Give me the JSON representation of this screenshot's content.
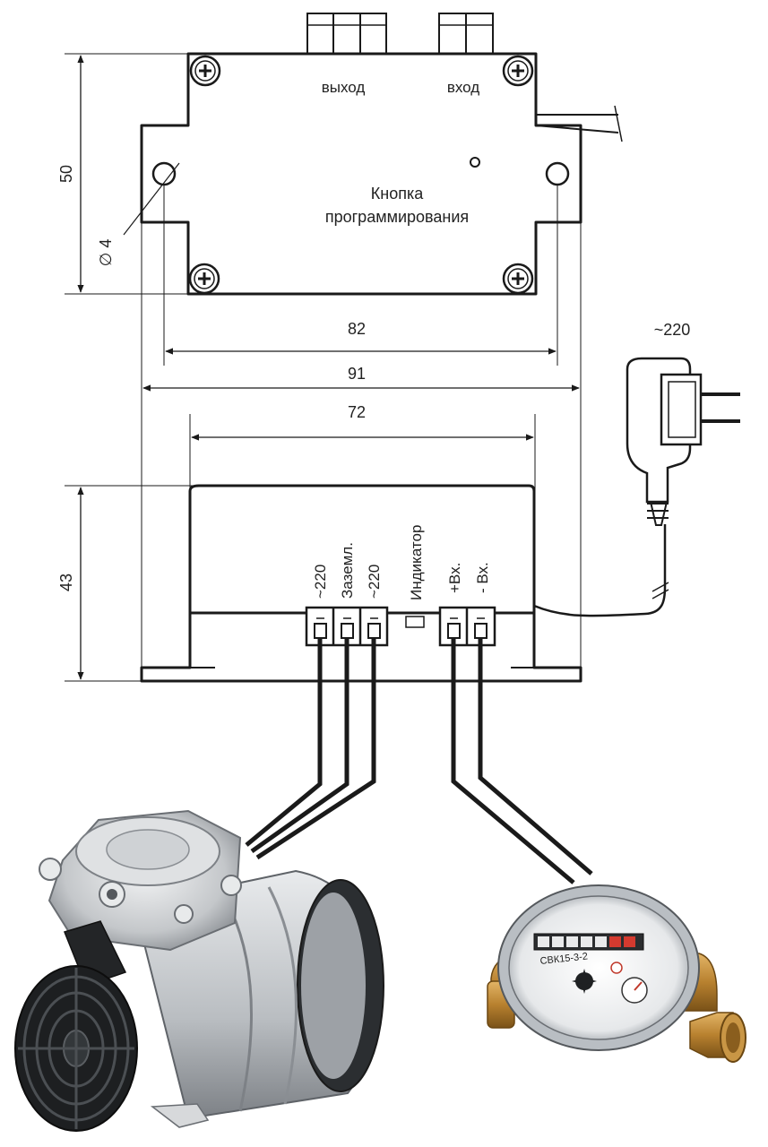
{
  "top_view": {
    "output_label": "выход",
    "input_label": "вход",
    "button_label_line1": "Кнопка",
    "button_label_line2": "программирования",
    "hole_diameter": "∅ 4"
  },
  "dimensions": {
    "height_top": "50",
    "hole_spacing": "82",
    "overall_width": "91",
    "body_width": "72",
    "height_side": "43"
  },
  "side_view": {
    "terminal_1": "~220",
    "terminal_2": "Заземл.",
    "terminal_3": "~220",
    "indicator": "Индикатор",
    "input_plus": "+Вх.",
    "input_minus": "- Вх."
  },
  "power": {
    "voltage": "~220"
  },
  "meter": {
    "model": "СВК15-3-2"
  },
  "colors": {
    "line": "#1a1a1a",
    "brass": "#c08a3a",
    "pump_body": "#c9cccf"
  },
  "icons": [
    "screw-icon",
    "plug-icon",
    "pump-image",
    "water-meter-image"
  ]
}
